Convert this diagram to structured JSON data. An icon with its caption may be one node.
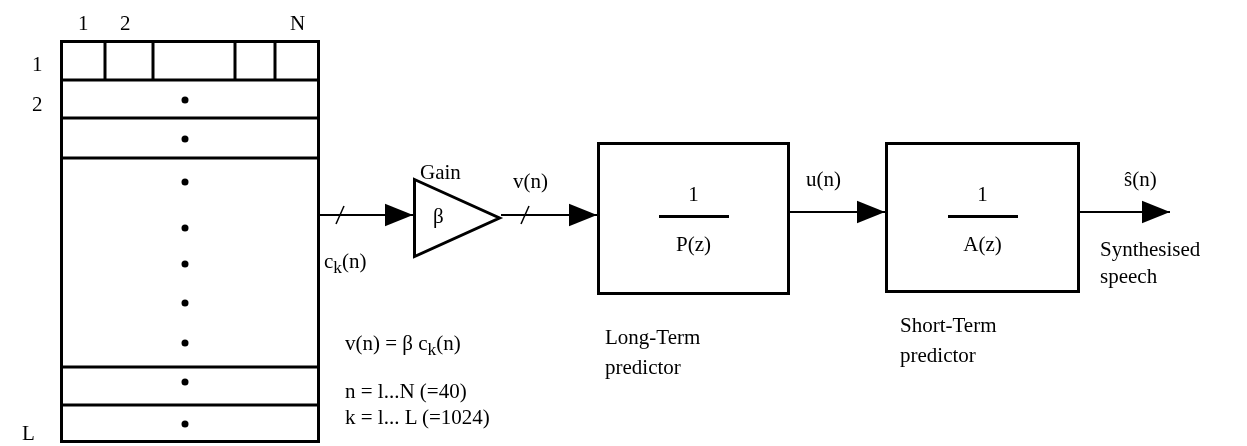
{
  "diagram": {
    "nodes": [
      {
        "text": [],
        "shape": "box"
      },
      {
        "text": [
          "β"
        ],
        "beside": [
          "Gain"
        ]
      },
      {
        "text": [
          "1",
          "P(z)"
        ],
        "beside": [
          "Long-Term predictor"
        ]
      },
      {
        "text": [
          "1",
          "A(z)"
        ],
        "beside": [
          "Short-Term predictor"
        ]
      }
    ],
    "edges": [
      {
        "from": 0,
        "to": 1,
        "arrow": "to",
        "label": "c$_{k}$(n)"
      },
      {
        "from": 1,
        "to": 2,
        "arrow": "to",
        "label": "v(n)"
      },
      {
        "from": 2,
        "to": 3,
        "arrow": "to",
        "label": "u(n)"
      },
      {
        "from": 3,
        "to": null,
        "arrow": "to",
        "label": "ŝ(n)"
      }
    ],
    "labels": [
      "1",
      "2",
      "N",
      "1",
      "2",
      "v(n) =  β c$_{k}$(n)",
      "n = l...N (=40)",
      "L",
      "k = l... L (=1024)",
      "Synthesised speech"
    ]
  }
}
